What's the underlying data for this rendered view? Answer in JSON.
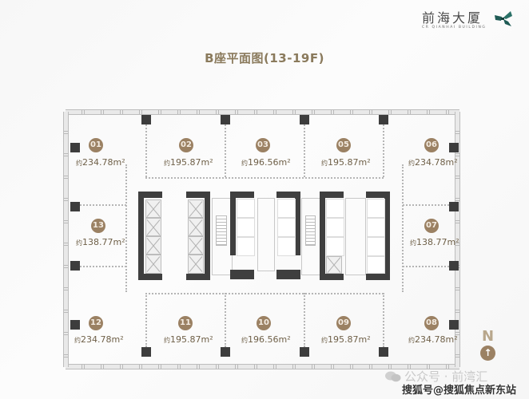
{
  "logo": {
    "name_cn": "前海大厦",
    "name_en": "CR QIANHAI BUILDING",
    "mark_color": "#1f5b55"
  },
  "title": "B座平面图(13-19F)",
  "units": [
    {
      "id": "01",
      "area": "234.78m²",
      "prefix": "约"
    },
    {
      "id": "02",
      "area": "195.87m²",
      "prefix": "约"
    },
    {
      "id": "03",
      "area": "196.56m²",
      "prefix": "约"
    },
    {
      "id": "05",
      "area": "195.87m²",
      "prefix": "约"
    },
    {
      "id": "06",
      "area": "234.78m²",
      "prefix": "约"
    },
    {
      "id": "13",
      "area": "138.77m²",
      "prefix": "约"
    },
    {
      "id": "07",
      "area": "138.77m²",
      "prefix": "约"
    },
    {
      "id": "12",
      "area": "234.78m²",
      "prefix": "约"
    },
    {
      "id": "11",
      "area": "195.87m²",
      "prefix": "约"
    },
    {
      "id": "10",
      "area": "196.56m²",
      "prefix": "约"
    },
    {
      "id": "09",
      "area": "195.87m²",
      "prefix": "约"
    },
    {
      "id": "08",
      "area": "234.78m²",
      "prefix": "约"
    }
  ],
  "compass": {
    "label": "N",
    "arrow": "↑"
  },
  "colors": {
    "badge": "#9b8163",
    "area_text": "#6f6048",
    "title": "#8a7a5c",
    "core": "#3f3f3f"
  },
  "watermark": {
    "line1": "公众号 · 前湾汇",
    "line2": "搜狐号@搜狐焦点新东站"
  }
}
